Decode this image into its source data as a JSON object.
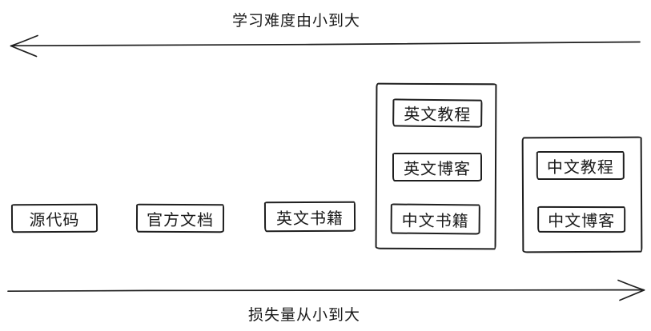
{
  "diagram": {
    "background": "#ffffff",
    "ink_color": "#1f1f1f",
    "text_color": "#1a1a1a",
    "top_axis": {
      "label": "学习难度由小到大",
      "direction": "left"
    },
    "bottom_axis": {
      "label": "损失量从小到大",
      "direction": "right"
    },
    "standalone_nodes": [
      {
        "label": "源代码"
      },
      {
        "label": "官方文档"
      },
      {
        "label": "英文书籍"
      }
    ],
    "left_group_nodes": [
      {
        "label": "英文教程"
      },
      {
        "label": "英文博客"
      },
      {
        "label": "中文书籍"
      }
    ],
    "right_group_nodes": [
      {
        "label": "中文教程"
      },
      {
        "label": "中文博客"
      }
    ]
  }
}
